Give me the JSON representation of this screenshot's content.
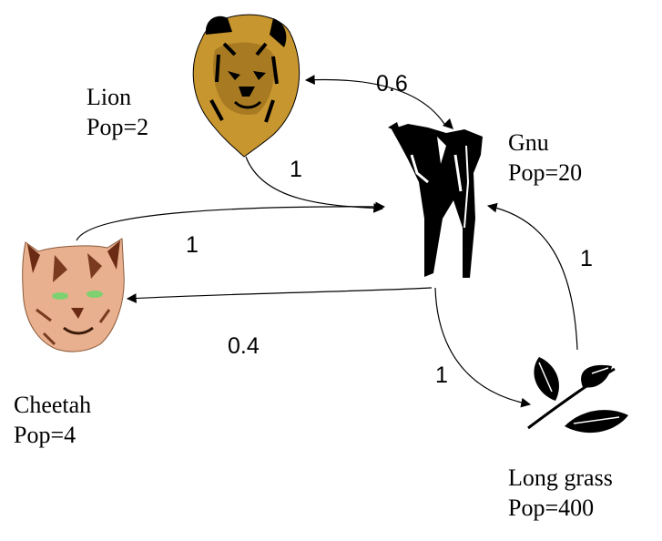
{
  "nodes": {
    "lion": {
      "name": "Lion",
      "pop": "Pop=2",
      "image": "lion-head-icon",
      "color": "#c8962e"
    },
    "gnu": {
      "name": "Gnu",
      "pop": "Pop=20",
      "image": "gnu-icon",
      "color": "#000000"
    },
    "cheetah": {
      "name": "Cheetah",
      "pop": "Pop=4",
      "image": "cheetah-head-icon",
      "color": "#e8b08e"
    },
    "grass": {
      "name": "Long grass",
      "pop": "Pop=400",
      "image": "leaves-icon",
      "color": "#000000"
    }
  },
  "edges": [
    {
      "from": "gnu",
      "to": "lion",
      "label": "0.6"
    },
    {
      "from": "lion",
      "to": "gnu",
      "label": "1"
    },
    {
      "from": "cheetah",
      "to": "gnu",
      "label": "1"
    },
    {
      "from": "gnu",
      "to": "cheetah",
      "label": "0.4"
    },
    {
      "from": "gnu",
      "to": "grass",
      "label": "1"
    },
    {
      "from": "grass",
      "to": "gnu",
      "label": "1"
    }
  ]
}
